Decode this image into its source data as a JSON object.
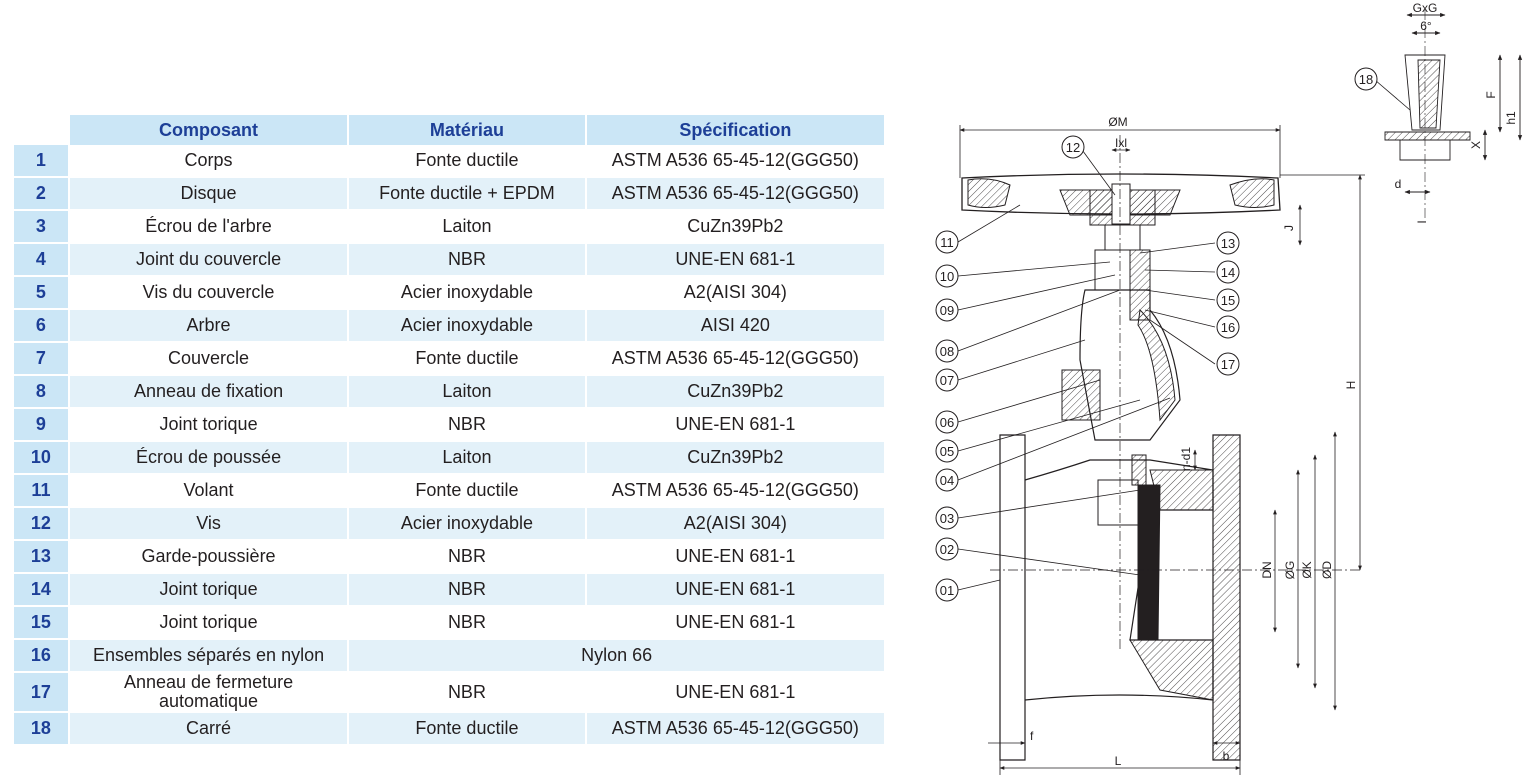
{
  "table": {
    "headers": [
      "Composant",
      "Matériau",
      "Spécification"
    ],
    "rows": [
      {
        "num": "1",
        "component": "Corps",
        "material": "Fonte ductile",
        "spec": "ASTM A536 65-45-12(GGG50)"
      },
      {
        "num": "2",
        "component": "Disque",
        "material": "Fonte ductile + EPDM",
        "spec": "ASTM A536 65-45-12(GGG50)"
      },
      {
        "num": "3",
        "component": "Écrou de l'arbre",
        "material": "Laiton",
        "spec": "CuZn39Pb2"
      },
      {
        "num": "4",
        "component": "Joint du couvercle",
        "material": "NBR",
        "spec": "UNE-EN 681-1"
      },
      {
        "num": "5",
        "component": "Vis du couvercle",
        "material": "Acier inoxydable",
        "spec": "A2(AISI 304)"
      },
      {
        "num": "6",
        "component": "Arbre",
        "material": "Acier inoxydable",
        "spec": "AISI 420"
      },
      {
        "num": "7",
        "component": "Couvercle",
        "material": "Fonte ductile",
        "spec": "ASTM A536 65-45-12(GGG50)"
      },
      {
        "num": "8",
        "component": "Anneau de fixation",
        "material": "Laiton",
        "spec": "CuZn39Pb2"
      },
      {
        "num": "9",
        "component": "Joint torique",
        "material": "NBR",
        "spec": "UNE-EN 681-1"
      },
      {
        "num": "10",
        "component": "Écrou de poussée",
        "material": "Laiton",
        "spec": "CuZn39Pb2"
      },
      {
        "num": "11",
        "component": "Volant",
        "material": "Fonte ductile",
        "spec": "ASTM A536 65-45-12(GGG50)"
      },
      {
        "num": "12",
        "component": "Vis",
        "material": "Acier inoxydable",
        "spec": "A2(AISI 304)"
      },
      {
        "num": "13",
        "component": "Garde-poussière",
        "material": "NBR",
        "spec": "UNE-EN 681-1"
      },
      {
        "num": "14",
        "component": "Joint torique",
        "material": "NBR",
        "spec": "UNE-EN 681-1"
      },
      {
        "num": "15",
        "component": "Joint torique",
        "material": "NBR",
        "spec": "UNE-EN 681-1"
      }
    ],
    "row16": {
      "num": "16",
      "component": "Ensembles séparés en nylon",
      "merged": "Nylon 66"
    },
    "row17": {
      "num": "17",
      "component_line1": "Anneau de fermeture",
      "component_line2": "automatique",
      "material": "NBR",
      "spec": "UNE-EN 681-1"
    },
    "row18": {
      "num": "18",
      "component": "Carré",
      "material": "Fonte ductile",
      "spec": "ASTM A536 65-45-12(GGG50)"
    }
  },
  "drawing": {
    "callouts": [
      "01",
      "02",
      "03",
      "04",
      "05",
      "06",
      "07",
      "08",
      "09",
      "10",
      "11",
      "12",
      "13",
      "14",
      "15",
      "16",
      "17",
      "18"
    ],
    "dimensions": {
      "M": "ØM",
      "lxl": "Ixl",
      "J": "J",
      "H": "H",
      "nd1": "n-d1",
      "DN": "DN",
      "G": "ØG",
      "K": "ØK",
      "D": "ØD",
      "f": "f",
      "b": "b",
      "L": "L",
      "GxG": "GxG",
      "deg": "6°",
      "F": "F",
      "h1": "h1",
      "X": "X",
      "d": "d",
      "I": "I"
    },
    "colors": {
      "line": "#231f20",
      "header_bg": "#cbe6f6",
      "row_alt_bg": "#e3f1f9",
      "header_text": "#1d3f97"
    }
  }
}
